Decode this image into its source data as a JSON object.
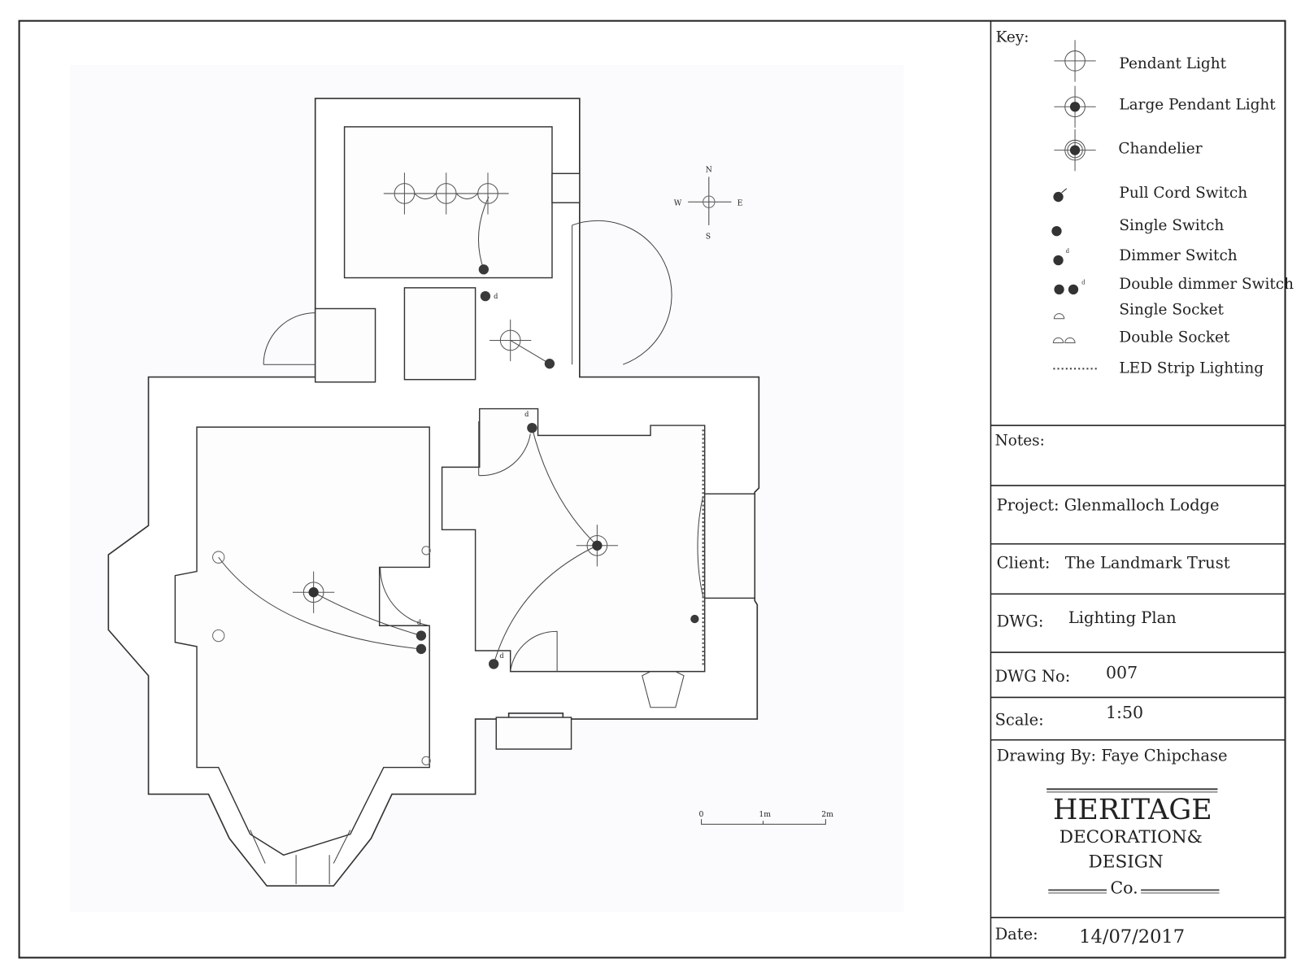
{
  "key": {
    "title": "Key:",
    "items": [
      {
        "icon": "pendant-light",
        "label": "Pendant Light"
      },
      {
        "icon": "large-pendant-light",
        "label": "Large Pendant Light"
      },
      {
        "icon": "chandelier",
        "label": "Chandelier"
      },
      {
        "icon": "pull-cord-switch",
        "label": "Pull Cord Switch"
      },
      {
        "icon": "single-switch",
        "label": "Single Switch"
      },
      {
        "icon": "dimmer-switch",
        "label": "Dimmer Switch"
      },
      {
        "icon": "double-dimmer-switch",
        "label": "Double dimmer Switch"
      },
      {
        "icon": "single-socket",
        "label": "Single Socket"
      },
      {
        "icon": "double-socket",
        "label": "Double Socket"
      },
      {
        "icon": "led-strip",
        "label": "LED Strip Lighting"
      }
    ]
  },
  "title_block": {
    "notes_label": "Notes:",
    "project_label": "Project:",
    "project": "Glenmalloch Lodge",
    "client_label": "Client:",
    "client": "The Landmark Trust",
    "dwg_label": "DWG:",
    "dwg": "Lighting Plan",
    "dwg_no_label": "DWG No:",
    "dwg_no": "007",
    "scale_label": "Scale:",
    "scale": "1:50",
    "drawn_by": "Drawing By: Faye Chipchase",
    "date_label": "Date:",
    "date": "14/07/2017"
  },
  "logo": {
    "line1": "HERITAGE",
    "line2": "DECORATION&",
    "line3": "DESIGN",
    "line4": "Co."
  },
  "compass": {
    "n": "N",
    "s": "S",
    "e": "E",
    "w": "W"
  },
  "scale_bar": {
    "labels": [
      "0",
      "1m",
      "2m"
    ]
  },
  "switch_tag": "d"
}
